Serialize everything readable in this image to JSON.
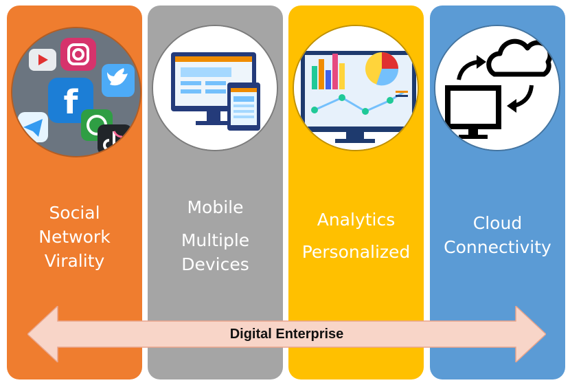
{
  "columns": [
    {
      "lines": [
        "Social",
        "Network",
        "Virality"
      ],
      "color": "#ef7d2f",
      "icon": "social-media-apps-icon"
    },
    {
      "lines": [
        "Mobile",
        "Multiple",
        "Devices"
      ],
      "color": "#a5a5a5",
      "icon": "desktop-and-tablet-icon"
    },
    {
      "lines": [
        "Analytics",
        "Personalized"
      ],
      "color": "#ffc000",
      "icon": "analytics-dashboard-icon"
    },
    {
      "lines": [
        "Cloud",
        "Connectivity"
      ],
      "color": "#5b9bd5",
      "icon": "cloud-sync-computer-icon"
    }
  ],
  "banner": {
    "label": "Digital Enterprise",
    "color": "#f8d5c8"
  }
}
